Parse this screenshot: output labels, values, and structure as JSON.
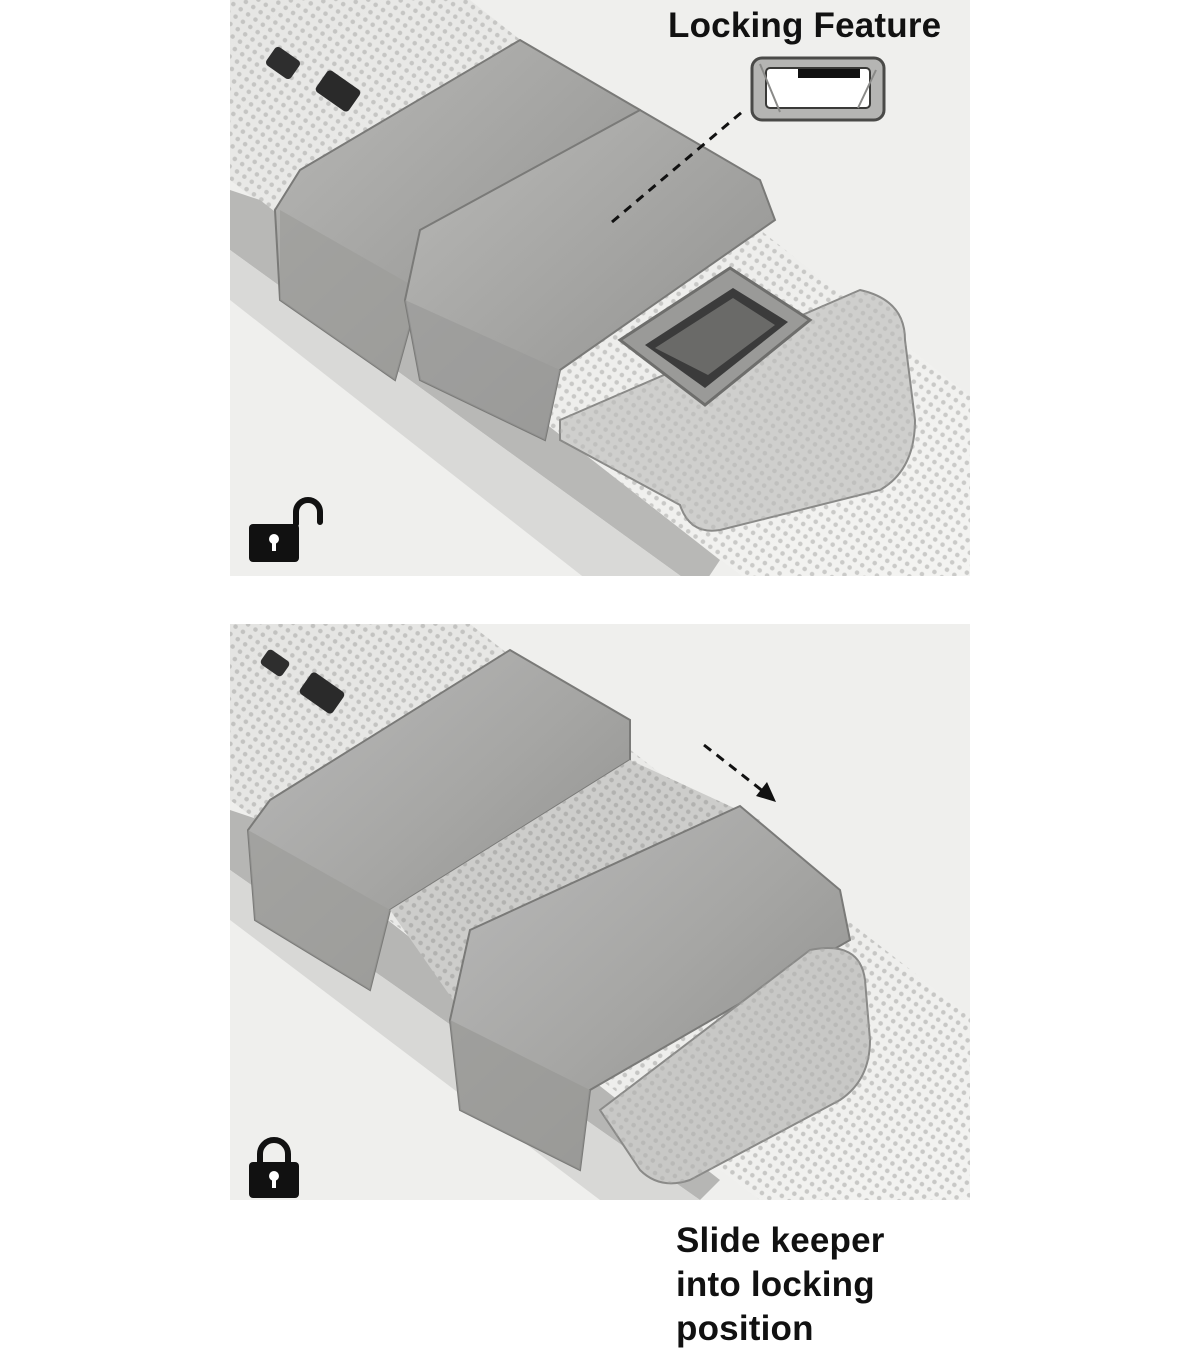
{
  "top_panel": {
    "heading": "Locking Feature",
    "lock_state_icon": "unlocked-padlock-icon"
  },
  "bottom_panel": {
    "heading_lines": [
      "Slide keeper",
      "into locking",
      "position"
    ],
    "lock_state_icon": "locked-padlock-icon"
  },
  "colors": {
    "background": "#ffffff",
    "text": "#111111",
    "icon": "#111111",
    "strap": "#d8d8d6",
    "keeper": "#a8a8a6"
  }
}
